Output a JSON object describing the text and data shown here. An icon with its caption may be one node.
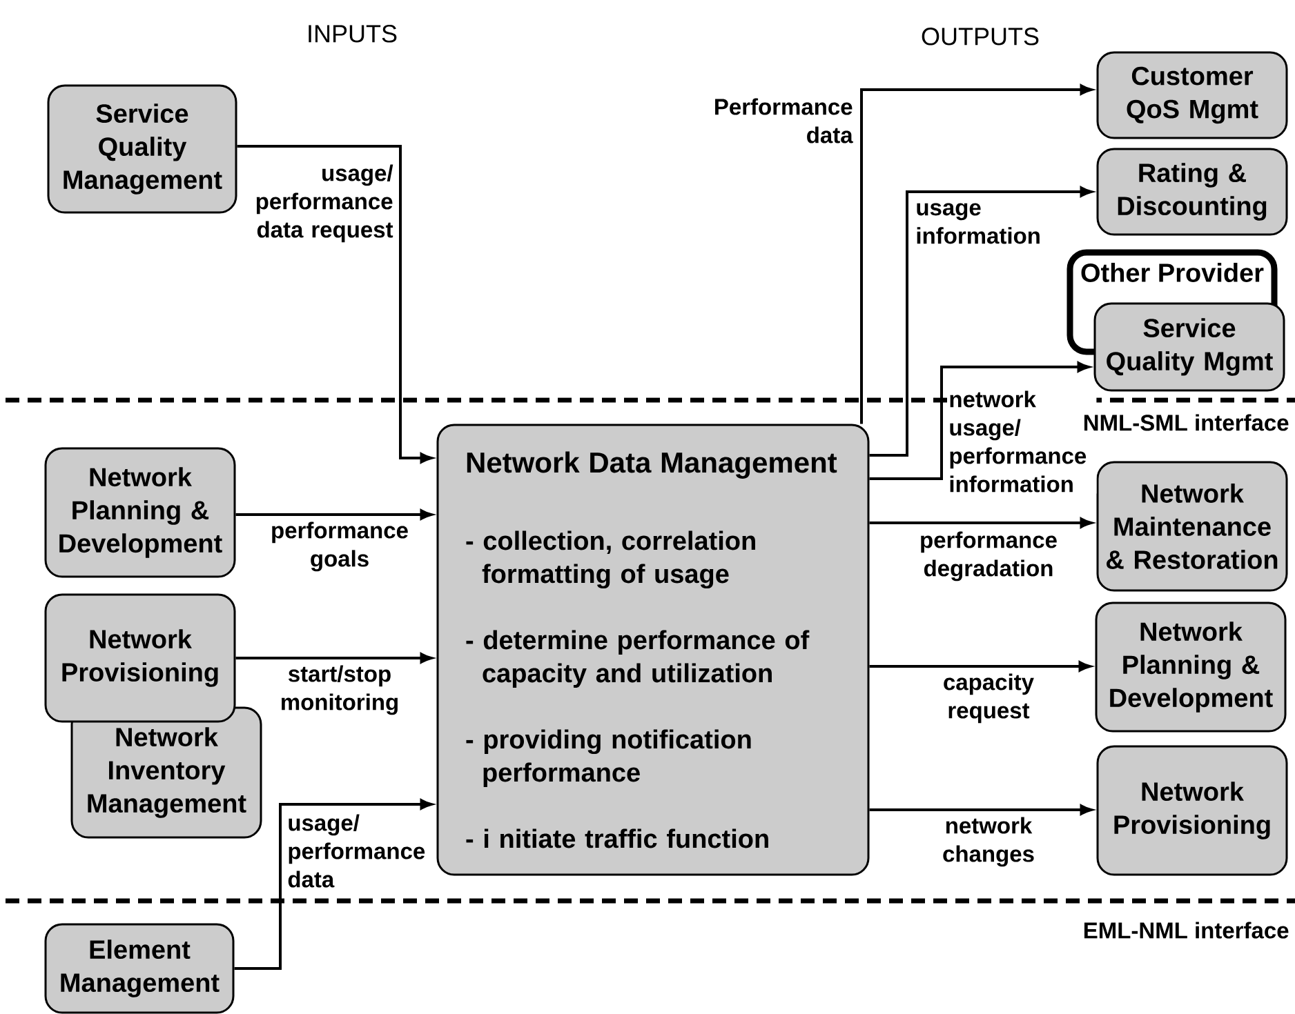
{
  "diagram": {
    "nodes": [
      {
        "text": [
          "Service Quality Management"
        ]
      },
      {
        "text": [
          "Network Data Management",
          "- collection, correlation formatting of usage",
          "- determine performance of capacity and utilization",
          "- providing notification performance",
          "- i nitiate traffic function"
        ]
      },
      {
        "text": [
          "Network Planning & Development"
        ]
      },
      {
        "text": [
          "Network Provisioning"
        ]
      },
      {
        "text": [
          "Network Inventory Management"
        ]
      },
      {
        "text": [
          "Element Management"
        ]
      },
      {
        "text": [
          "Customer QoS Mgmt"
        ]
      },
      {
        "text": [
          "Rating & Discounting"
        ]
      },
      {
        "text": [
          "Other Provider"
        ]
      },
      {
        "text": [
          "Service Quality Mgmt"
        ]
      },
      {
        "text": [
          "Network Maintenance & Restoration"
        ]
      },
      {
        "text": [
          "Network Planning & Development"
        ]
      },
      {
        "text": [
          "Network Provisioning"
        ]
      }
    ],
    "edges": [
      {
        "from": 0,
        "to": 1,
        "arrow": "to",
        "label": "usage/ performance data request"
      },
      {
        "from": 2,
        "to": 1,
        "arrow": "to",
        "label": "performance goals"
      },
      {
        "from": 3,
        "to": 1,
        "arrow": "to",
        "label": "start/stop monitoring"
      },
      {
        "from": 5,
        "to": 1,
        "arrow": "to",
        "label": "usage/ performance data"
      },
      {
        "from": 1,
        "to": 6,
        "arrow": "to",
        "label": "Performance data"
      },
      {
        "from": 1,
        "to": 7,
        "arrow": "to",
        "label": "usage information"
      },
      {
        "from": 1,
        "to": 9,
        "arrow": "to",
        "label": "network usage/ performance information"
      },
      {
        "from": 1,
        "to": 10,
        "arrow": "to",
        "label": "performance degradation"
      },
      {
        "from": 1,
        "to": 11,
        "arrow": "to",
        "label": "capacity request"
      },
      {
        "from": 1,
        "to": 12,
        "arrow": "to",
        "label": "network changes"
      }
    ],
    "labels": [
      "INPUTS",
      "OUTPUTS",
      "NML-SML interface",
      "EML-NML interface"
    ]
  }
}
